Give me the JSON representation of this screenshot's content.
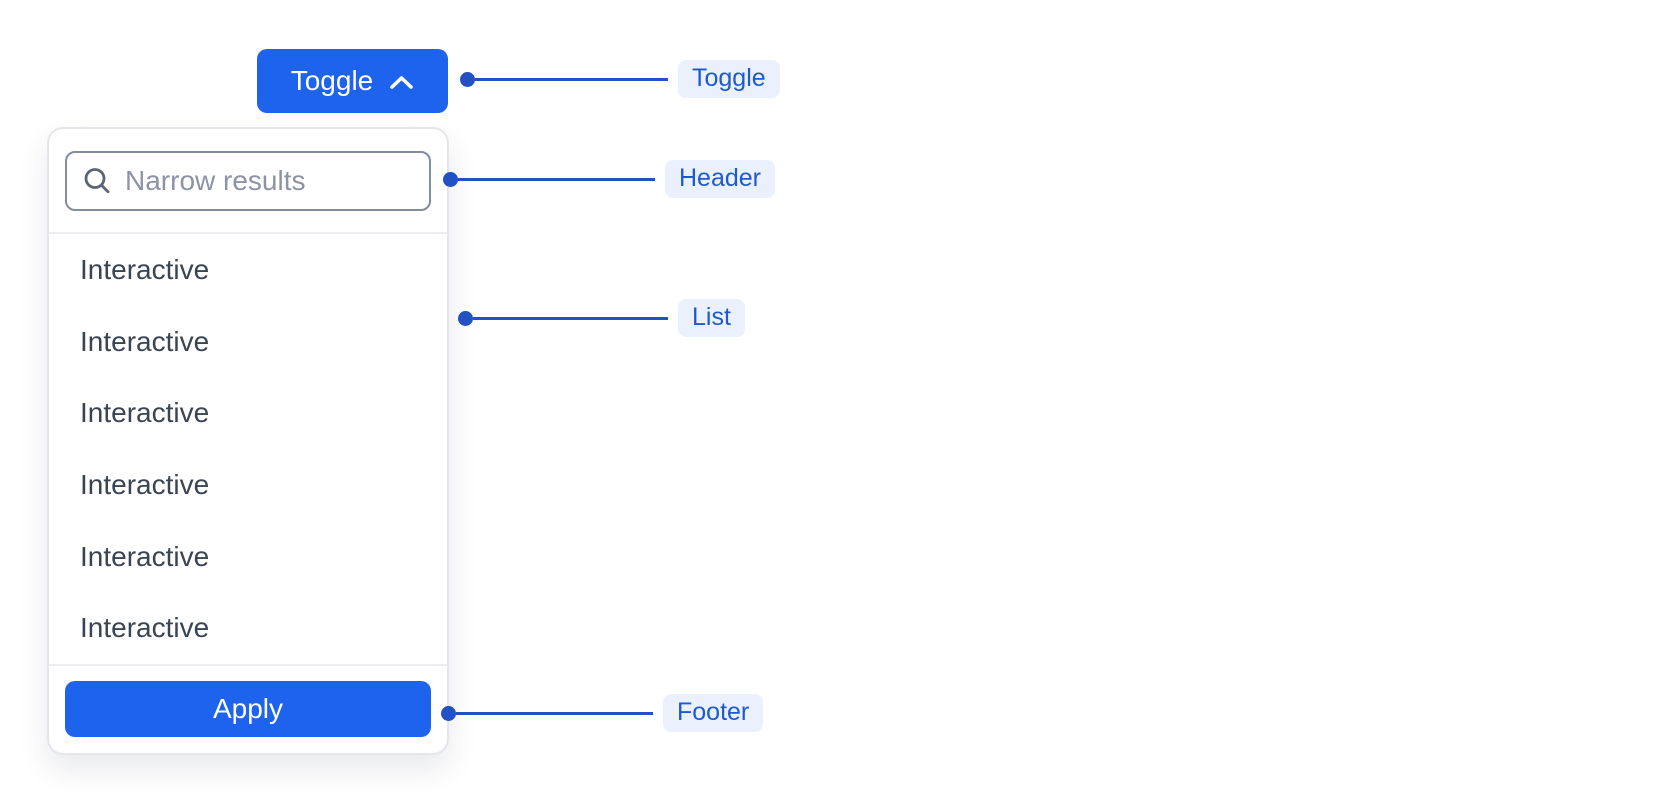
{
  "toggle_button": {
    "label": "Toggle",
    "icon": "chevron-up-icon"
  },
  "dropdown": {
    "header": {
      "search_placeholder": "Narrow results",
      "search_value": "",
      "icon": "search-icon"
    },
    "list": {
      "items": [
        {
          "label": "Interactive"
        },
        {
          "label": "Interactive"
        },
        {
          "label": "Interactive"
        },
        {
          "label": "Interactive"
        },
        {
          "label": "Interactive"
        },
        {
          "label": "Interactive"
        }
      ]
    },
    "footer": {
      "apply_label": "Apply"
    }
  },
  "callouts": [
    {
      "label": "Toggle"
    },
    {
      "label": "Header"
    },
    {
      "label": "List"
    },
    {
      "label": "Footer"
    }
  ],
  "colors": {
    "primary_blue": "#1d63ed",
    "callout_line_blue": "#2151c2",
    "callout_text_blue": "#1d5ace",
    "callout_pill_bg": "#ebf1fc",
    "panel_border": "#e4e6eb",
    "input_border": "#828c9e",
    "list_text": "#394554",
    "placeholder_text": "#8b93a4"
  }
}
